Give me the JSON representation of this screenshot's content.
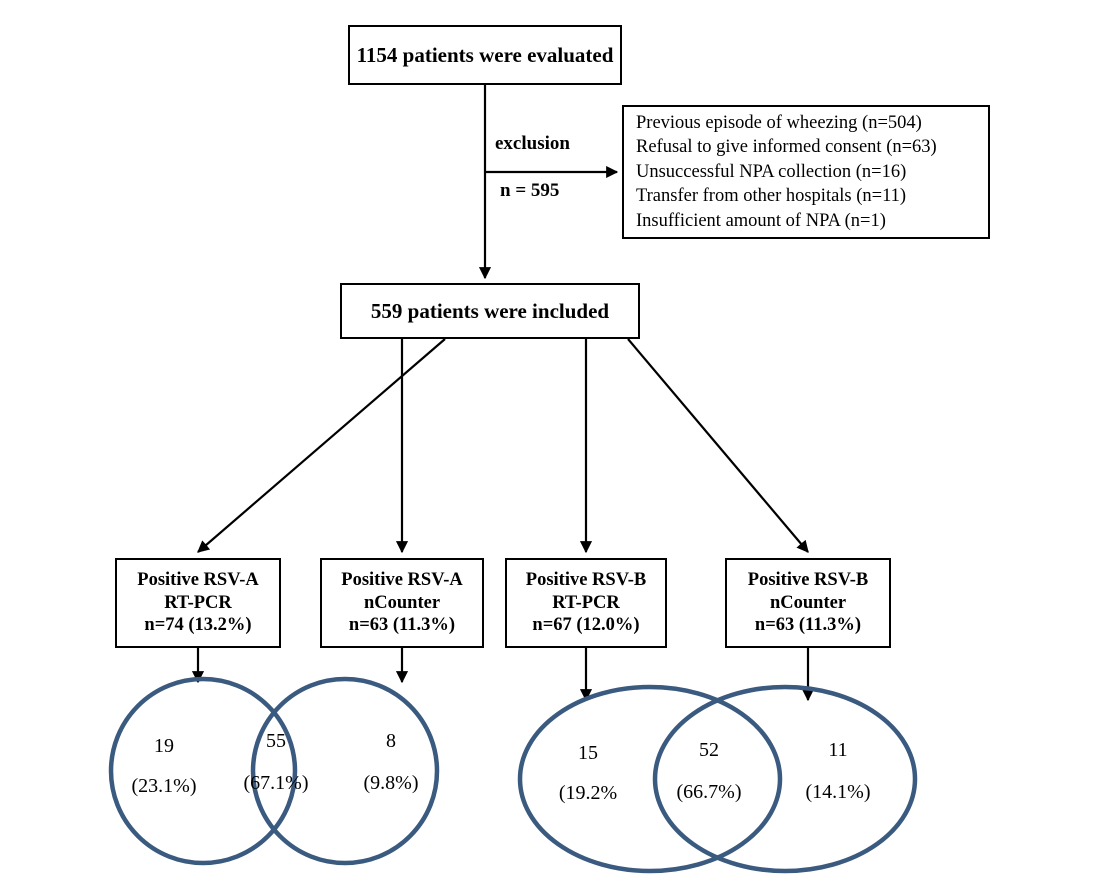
{
  "diagram": {
    "title": "Study enrollment flow diagram with RSV-A and RSV-B Venn diagrams",
    "type": "flowchart",
    "line_color": "#000000",
    "venn_stroke_color": "#3a5a80"
  },
  "nodes": {
    "evaluated": {
      "lines": [
        "1154 patients were evaluated"
      ]
    },
    "exclusions": {
      "lines": [
        "Previous episode of wheezing (n=504)",
        "Refusal to give informed consent (n=63)",
        "Unsuccessful NPA collection (n=16)",
        "Transfer from other hospitals (n=11)",
        "Insufficient amount of NPA (n=1)"
      ]
    },
    "included": {
      "lines": [
        "559 patients were included"
      ]
    },
    "rsva_rtpcr": {
      "line1": "Positive RSV-A",
      "line2": "RT-PCR",
      "line3": "n=74 (13.2%)"
    },
    "rsva_ncounter": {
      "line1": "Positive RSV-A",
      "line2": "nCounter",
      "line3": "n=63 (11.3%)"
    },
    "rsvb_rtpcr": {
      "line1": "Positive RSV-B",
      "line2": "RT-PCR",
      "line3": "n=67 (12.0%)"
    },
    "rsvb_ncounter": {
      "line1": "Positive RSV-B",
      "line2": "nCounter",
      "line3": "n=63 (11.3%)"
    }
  },
  "edges": {
    "exclusion_label": "exclusion",
    "exclusion_count": "n = 595"
  },
  "venn_a": {
    "name": "RSV-A",
    "left_only_count": "19",
    "left_only_percent": "(23.1%)",
    "overlap_count": "55",
    "overlap_percent": "(67.1%)",
    "right_only_count": "8",
    "right_only_percent": "(9.8%)"
  },
  "venn_b": {
    "name": "RSV-B",
    "left_only_count": "15",
    "left_only_percent": "(19.2%",
    "overlap_count": "52",
    "overlap_percent": "(66.7%)",
    "right_only_count": "11",
    "right_only_percent": "(14.1%)"
  },
  "chart_data": {
    "type": "diagram-venn",
    "title": "RSV detection agreement between RT-PCR and nCounter",
    "flow": {
      "evaluated": 1154,
      "excluded_total": 595,
      "excluded_reasons": [
        {
          "reason": "Previous episode of wheezing",
          "n": 504
        },
        {
          "reason": "Refusal to give informed consent",
          "n": 63
        },
        {
          "reason": "Unsuccessful NPA collection",
          "n": 16
        },
        {
          "reason": "Transfer from other hospitals",
          "n": 11
        },
        {
          "reason": "Insufficient amount of NPA",
          "n": 1
        }
      ],
      "included": 559
    },
    "groups": [
      {
        "label": "Positive RSV-A RT-PCR",
        "n": 74,
        "percent": 13.2
      },
      {
        "label": "Positive RSV-A nCounter",
        "n": 63,
        "percent": 11.3
      },
      {
        "label": "Positive RSV-B RT-PCR",
        "n": 67,
        "percent": 12.0
      },
      {
        "label": "Positive RSV-B nCounter",
        "n": 63,
        "percent": 11.3
      }
    ],
    "venn_sets": [
      {
        "name": "RSV-A",
        "left_only": {
          "count": 19,
          "percent": 23.1
        },
        "intersection": {
          "count": 55,
          "percent": 67.1
        },
        "right_only": {
          "count": 8,
          "percent": 9.8
        }
      },
      {
        "name": "RSV-B",
        "left_only": {
          "count": 15,
          "percent": 19.2
        },
        "intersection": {
          "count": 52,
          "percent": 66.7
        },
        "right_only": {
          "count": 11,
          "percent": 14.1
        }
      }
    ]
  }
}
